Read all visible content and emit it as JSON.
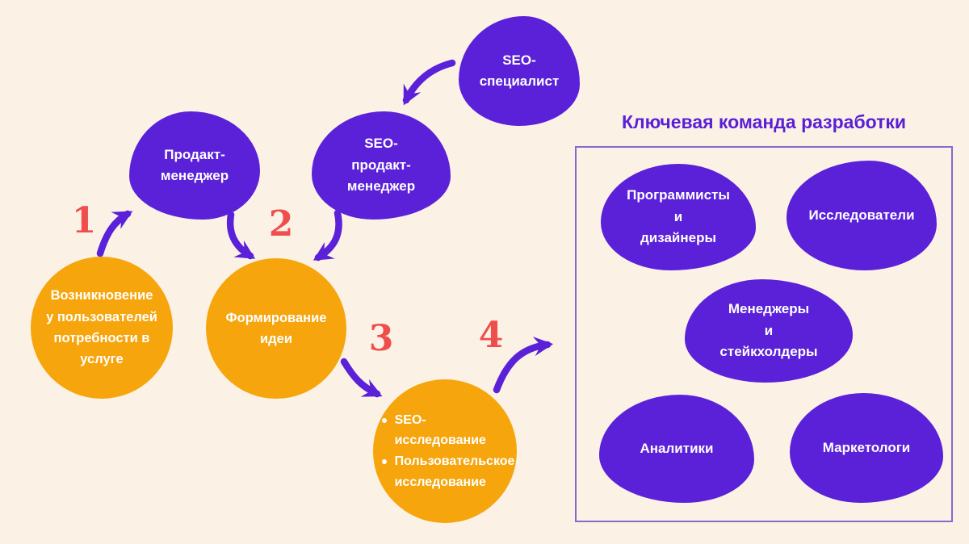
{
  "palette": {
    "background": "#FBF2E5",
    "blob_purple": "#5A21D9",
    "circle_orange": "#F6A50D",
    "number_red": "#EE4F4C",
    "panel_border": "#8569CE",
    "panel_title_color": "#5A1FD6",
    "label_text": "#FFFFFF"
  },
  "flow": {
    "roles": [
      {
        "lines": [
          "SEO-",
          "специалист"
        ]
      },
      {
        "lines": [
          "Продакт-",
          "менеджер"
        ]
      },
      {
        "lines": [
          "SEO-",
          "продакт-",
          "менеджер"
        ]
      }
    ],
    "steps": [
      {
        "number": "1"
      },
      {
        "number": "2"
      },
      {
        "number": "3"
      },
      {
        "number": "4"
      }
    ],
    "stages": [
      {
        "lines": [
          "Возникновение",
          "у пользователей",
          "потребности в услуге"
        ]
      },
      {
        "lines": [
          "Формирование",
          "идеи"
        ]
      },
      {
        "bullets": [
          "SEO-исследование",
          "Пользовательское исследование"
        ]
      }
    ]
  },
  "team_panel": {
    "title": "Ключевая команда разработки",
    "members": [
      {
        "lines": [
          "Программисты",
          "и",
          "дизайнеры"
        ]
      },
      {
        "lines": [
          "Исследователи"
        ]
      },
      {
        "lines": [
          "Менеджеры",
          "и",
          "стейкхолдеры"
        ]
      },
      {
        "lines": [
          "Аналитики"
        ]
      },
      {
        "lines": [
          "Маркетологи"
        ]
      }
    ]
  }
}
